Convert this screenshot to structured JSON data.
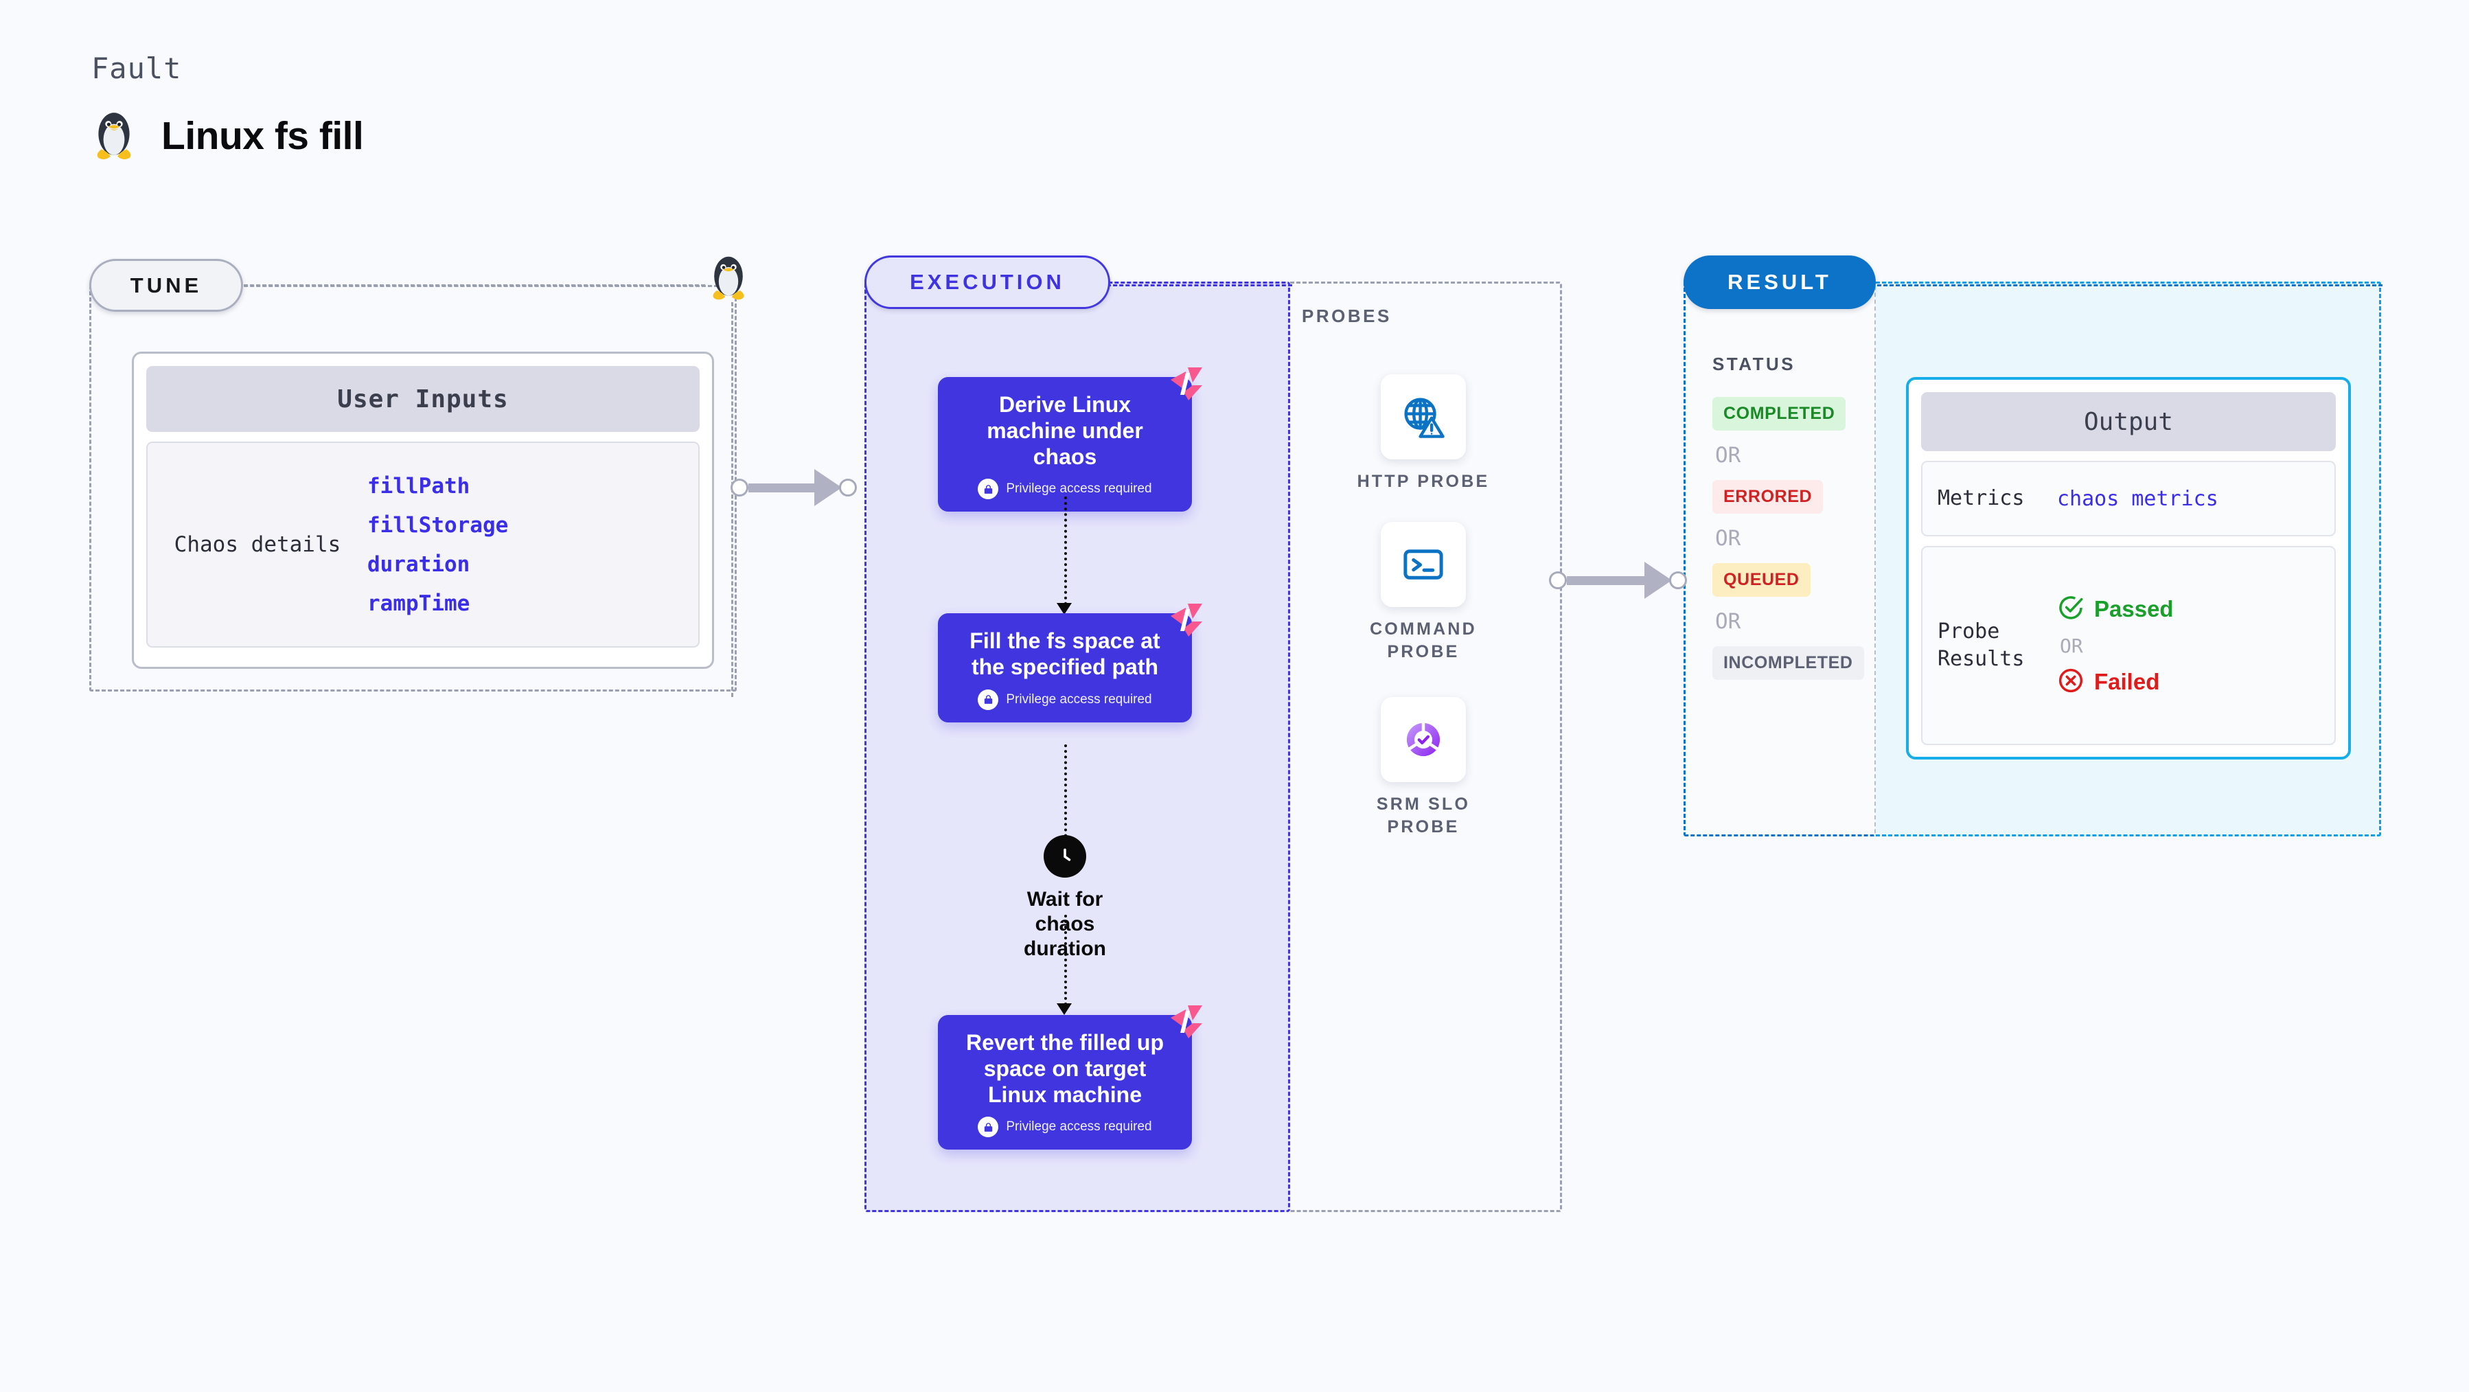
{
  "header": {
    "eyebrow": "Fault",
    "title": "Linux fs fill",
    "icon": "linux-penguin-icon"
  },
  "tune": {
    "pill_label": "TUNE",
    "inputs_card": {
      "header": "User Inputs",
      "row_label": "Chaos details",
      "values": [
        "fillPath",
        "fillStorage",
        "duration",
        "rampTime"
      ]
    }
  },
  "execution": {
    "pill_label": "EXECUTION",
    "privilege_note": "Privilege access required",
    "steps": [
      {
        "title": "Derive Linux machine under chaos",
        "privileged": true
      },
      {
        "title": "Fill the fs space at the specified path",
        "privileged": true
      }
    ],
    "wait_node": {
      "label": "Wait for chaos duration",
      "icon": "clock-icon"
    },
    "final_step": {
      "title": "Revert the filled up space on target Linux machine",
      "privileged": true
    }
  },
  "probes": {
    "section_label": "PROBES",
    "items": [
      {
        "label": "HTTP PROBE",
        "icon": "globe-warning-icon"
      },
      {
        "label": "COMMAND PROBE",
        "icon": "terminal-icon"
      },
      {
        "label": "SRM SLO PROBE",
        "icon": "slo-donut-check-icon"
      }
    ]
  },
  "result": {
    "pill_label": "RESULT",
    "status_label": "STATUS",
    "or_label": "OR",
    "statuses": [
      {
        "label": "COMPLETED",
        "color": "#1a8a27"
      },
      {
        "label": "ERRORED",
        "color": "#cf2222"
      },
      {
        "label": "QUEUED",
        "color": "#cf2222"
      },
      {
        "label": "INCOMPLETED",
        "color": "#5c6073"
      }
    ]
  },
  "output": {
    "header": "Output",
    "metrics_label": "Metrics",
    "metrics_value": "chaos metrics",
    "probe_results_label": "Probe Results",
    "passed_label": "Passed",
    "failed_label": "Failed",
    "or_label": "OR"
  },
  "colors": {
    "background": "#f9fafd",
    "execution_accent": "#4035de",
    "result_accent": "#0d73c9",
    "output_accent": "#16ade8",
    "harness_pink": "#f9588f",
    "probe_blue": "#0b72c4",
    "probe_purple": "#9a3cf5"
  }
}
